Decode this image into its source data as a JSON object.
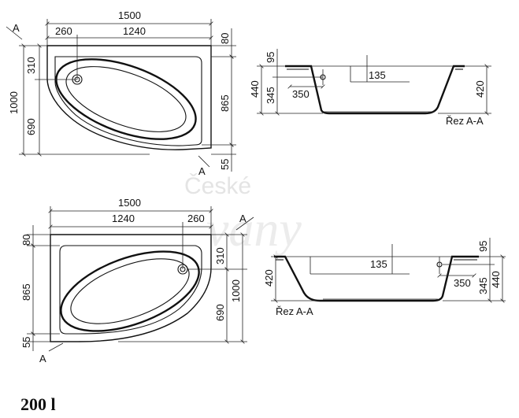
{
  "watermark": {
    "line1": "České",
    "line2": "vany"
  },
  "top_view_1": {
    "section_marker_top": "A",
    "section_marker_bottom": "A",
    "width_total": "1500",
    "width_left": "260",
    "width_right": "1240",
    "edge_top": "80",
    "left_upper": "310",
    "left_lower": "690",
    "left_total": "1000",
    "right_inner": "865",
    "edge_bottom": "55"
  },
  "section_1": {
    "rim_height": "95",
    "drain_offset": "135",
    "total_height": "440",
    "drain_height": "345",
    "drain_dist": "350",
    "inner_depth": "420",
    "label": "Řez A-A"
  },
  "top_view_2": {
    "section_marker_top": "A",
    "section_marker_bottom": "A",
    "width_total": "1500",
    "width_left": "1240",
    "width_right": "260",
    "edge_top": "80",
    "left_inner": "865",
    "edge_bottom": "55",
    "right_upper": "310",
    "right_lower": "690",
    "right_total": "1000"
  },
  "section_2": {
    "rim_height": "95",
    "drain_offset": "135",
    "total_height": "440",
    "drain_height": "345",
    "drain_dist": "350",
    "inner_depth": "420",
    "label": "Řez A-A"
  },
  "capacity": {
    "label": "200 l"
  }
}
